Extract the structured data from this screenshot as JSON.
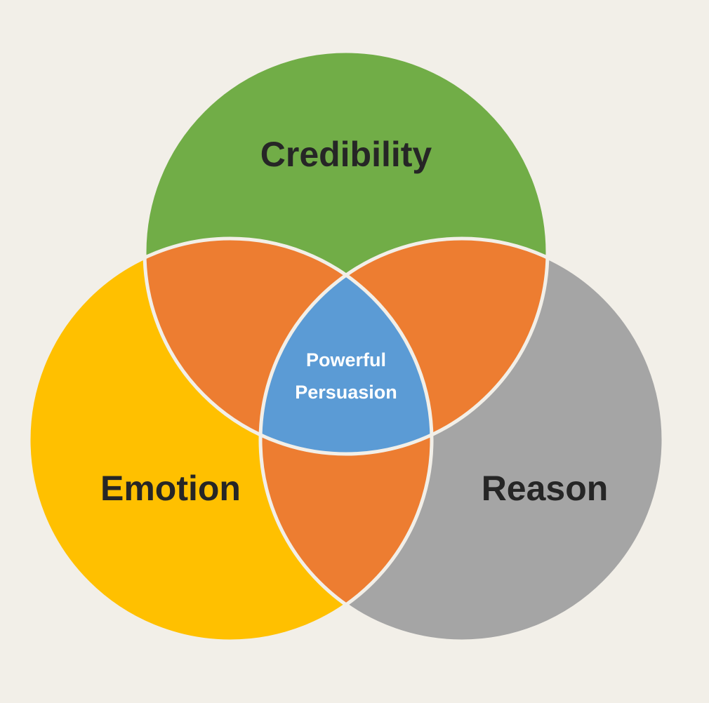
{
  "background_color": "#F2EFE8",
  "outline_color": "#F2EFE8",
  "circles": [
    {
      "id": "credibility",
      "label": "Credibility",
      "color": "#71AD47",
      "text_color": "#262626"
    },
    {
      "id": "emotion",
      "label": "Emotion",
      "color": "#FFC000",
      "text_color": "#262626"
    },
    {
      "id": "reason",
      "label": "Reason",
      "color": "#A5A5A5",
      "text_color": "#262626"
    }
  ],
  "pairwise_overlap_color": "#ED7D31",
  "center": {
    "lines": [
      "Powerful",
      "Persuasion"
    ],
    "color": "#5B9BD5",
    "text_color": "#FFFFFF"
  }
}
